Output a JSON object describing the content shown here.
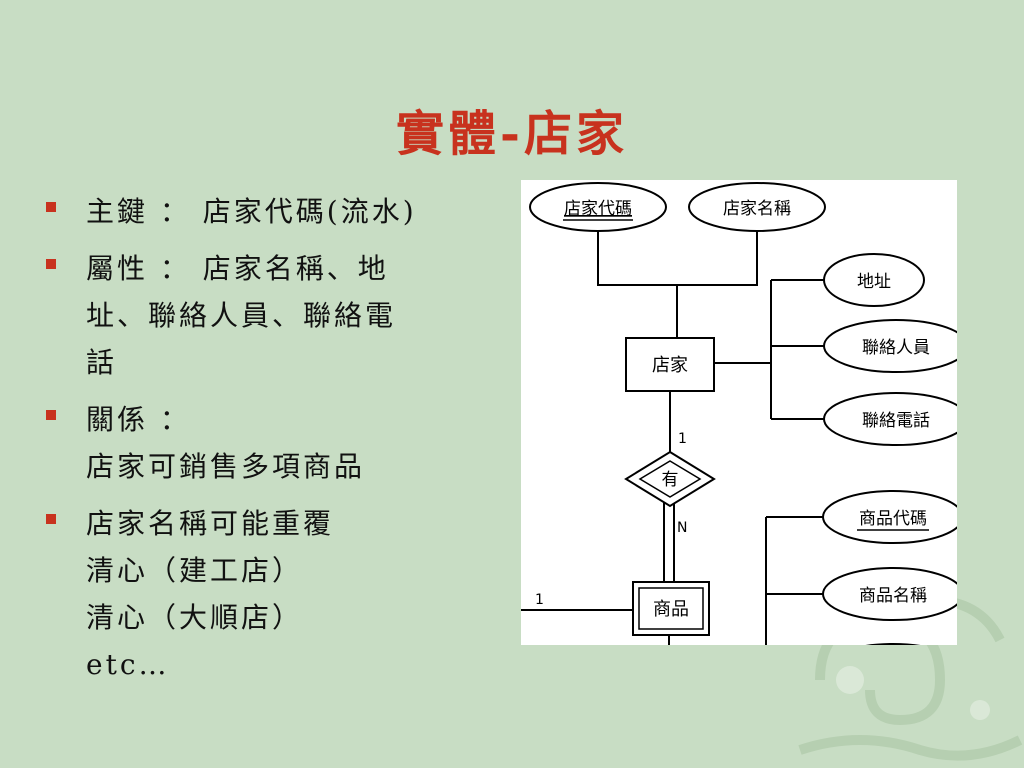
{
  "title": "實體-店家",
  "bullets": [
    {
      "lines": [
        "主鍵 ： 店家代碼(流水)"
      ]
    },
    {
      "lines": [
        "屬性 ： 店家名稱、地",
        "址、聯絡人員、聯絡電",
        "話"
      ]
    },
    {
      "lines": [
        "關係 ：",
        "店家可銷售多項商品"
      ]
    },
    {
      "lines": [
        "店家名稱可能重覆",
        "清心（建工店）",
        "清心（大順店）",
        "etc…"
      ]
    }
  ],
  "diagram": {
    "entity_store": "店家",
    "entity_product": "商品",
    "relationship": "有",
    "attr_store_code": "店家代碼",
    "attr_store_name": "店家名稱",
    "attr_address": "地址",
    "attr_contact": "聯絡人員",
    "attr_phone": "聯絡電話",
    "attr_product_code": "商品代碼",
    "attr_product_name": "商品名稱",
    "card_store": "1",
    "card_product": "N",
    "card_left": "1"
  },
  "colors": {
    "background": "#c8ddc4",
    "title": "#c8321e",
    "bullet": "#c8321e"
  }
}
